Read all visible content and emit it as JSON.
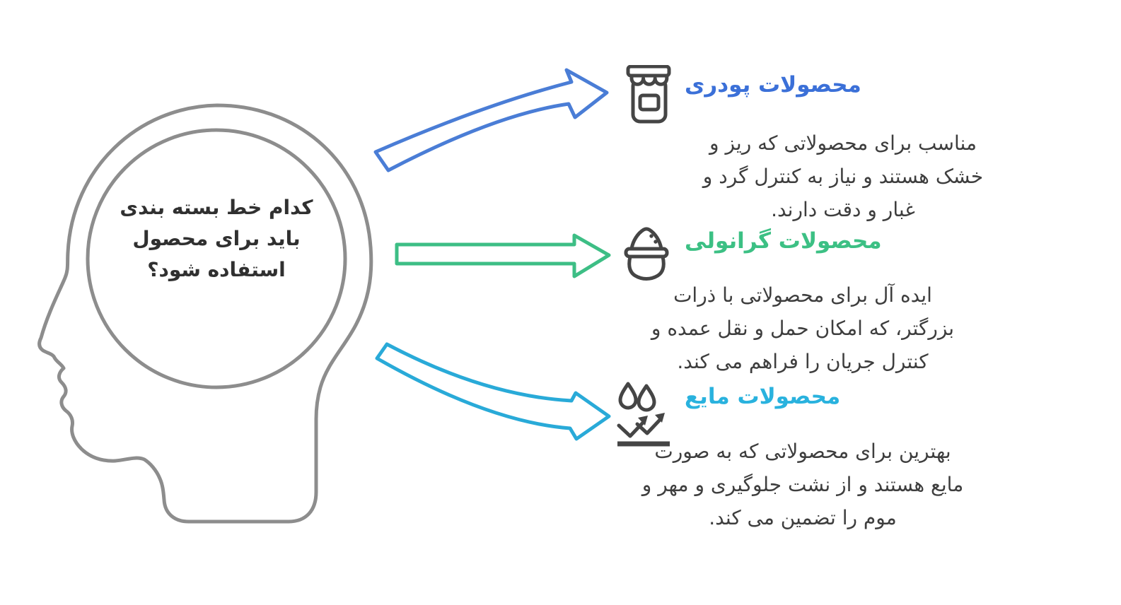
{
  "head": {
    "question_lines": [
      "کدام خط بسته بندی",
      "باید برای محصول",
      "استفاده شود؟"
    ]
  },
  "sections": [
    {
      "key": "powder",
      "title": "محصولات پودری",
      "title_color": "#3b70d8",
      "arrow_color": "#4a7dd6",
      "icon": "powder-jar-icon",
      "body_lines": [
        "مناسب برای محصولاتی که ریز و",
        "خشک هستند و نیاز به کنترل گرد و",
        "غبار و دقت دارند."
      ]
    },
    {
      "key": "granule",
      "title": "محصولات گرانولی",
      "title_color": "#3cc084",
      "arrow_color": "#3dbe85",
      "icon": "granule-sack-icon",
      "body_lines": [
        "ایده آل برای محصولاتی با ذرات",
        "بزرگتر، که امکان حمل و نقل عمده و",
        "کنترل جریان را فراهم می کند."
      ]
    },
    {
      "key": "liquid",
      "title": "محصولات مایع",
      "title_color": "#29b2de",
      "arrow_color": "#29aad8",
      "icon": "liquid-drops-icon",
      "body_lines": [
        "بهترین برای محصولاتی که به صورت",
        "مایع هستند و از نشت جلوگیری و مهر و",
        "موم را تضمین می کند."
      ]
    }
  ],
  "colors": {
    "outline_gray": "#8d8d8d",
    "icon_gray": "#454545",
    "body_text": "#3e3e3e",
    "question_text": "#303030",
    "background": "#ffffff"
  }
}
